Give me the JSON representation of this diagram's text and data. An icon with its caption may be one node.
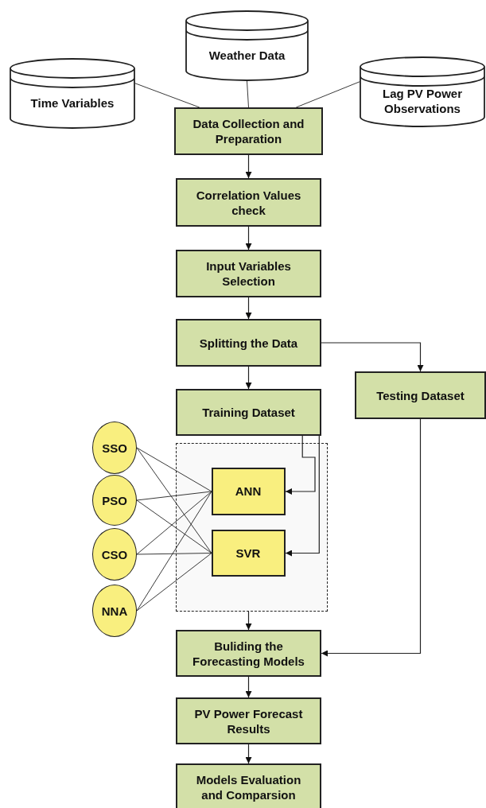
{
  "diagram": {
    "nodes": [
      {
        "text": [
          "Time Variables"
        ]
      },
      {
        "text": [
          "Weather Data"
        ]
      },
      {
        "text": [
          "Lag PV Power Observations"
        ]
      },
      {
        "text": [
          "Data Collection and Preparation"
        ]
      },
      {
        "text": [
          "Correlation Values check"
        ]
      },
      {
        "text": [
          "Input Variables Selection"
        ]
      },
      {
        "text": [
          "Splitting the Data"
        ]
      },
      {
        "text": [
          "Training Dataset"
        ]
      },
      {
        "text": [
          "Testing Dataset"
        ]
      },
      {
        "text": [],
        "shape": "box"
      },
      {
        "text": [
          "ANN"
        ],
        "in": 9
      },
      {
        "text": [
          "SVR"
        ],
        "in": 9
      },
      {
        "text": [
          "SSO"
        ]
      },
      {
        "text": [
          "PSO"
        ]
      },
      {
        "text": [
          "CSO"
        ]
      },
      {
        "text": [
          "NNA"
        ]
      },
      {
        "text": [
          "Buliding the Forecasting Models"
        ]
      },
      {
        "text": [
          "PV Power Forecast Results"
        ]
      },
      {
        "text": [
          "Models Evaluation and Comparsion"
        ]
      }
    ],
    "edges": [
      {
        "from": 0,
        "to": 3,
        "arrow": "none"
      },
      {
        "from": 1,
        "to": 3,
        "arrow": "none"
      },
      {
        "from": 2,
        "to": 3,
        "arrow": "none"
      },
      {
        "from": 3,
        "to": 4,
        "arrow": "to"
      },
      {
        "from": 4,
        "to": 5,
        "arrow": "to"
      },
      {
        "from": 5,
        "to": 6,
        "arrow": "to"
      },
      {
        "from": 6,
        "to": 7,
        "arrow": "to"
      },
      {
        "from": 6,
        "to": 8,
        "arrow": "to"
      },
      {
        "from": 7,
        "to": 10,
        "arrow": "to"
      },
      {
        "from": 7,
        "to": 11,
        "arrow": "to"
      },
      {
        "from": 12,
        "to": 10,
        "arrow": "none"
      },
      {
        "from": 12,
        "to": 11,
        "arrow": "none"
      },
      {
        "from": 13,
        "to": 10,
        "arrow": "none"
      },
      {
        "from": 13,
        "to": 11,
        "arrow": "none"
      },
      {
        "from": 14,
        "to": 10,
        "arrow": "none"
      },
      {
        "from": 14,
        "to": 11,
        "arrow": "none"
      },
      {
        "from": 15,
        "to": 10,
        "arrow": "none"
      },
      {
        "from": 15,
        "to": 11,
        "arrow": "none"
      },
      {
        "from": 9,
        "to": 16,
        "arrow": "to"
      },
      {
        "from": 8,
        "to": 16,
        "arrow": "to"
      },
      {
        "from": 16,
        "to": 17,
        "arrow": "to"
      },
      {
        "from": 17,
        "to": 18,
        "arrow": "to"
      }
    ]
  }
}
